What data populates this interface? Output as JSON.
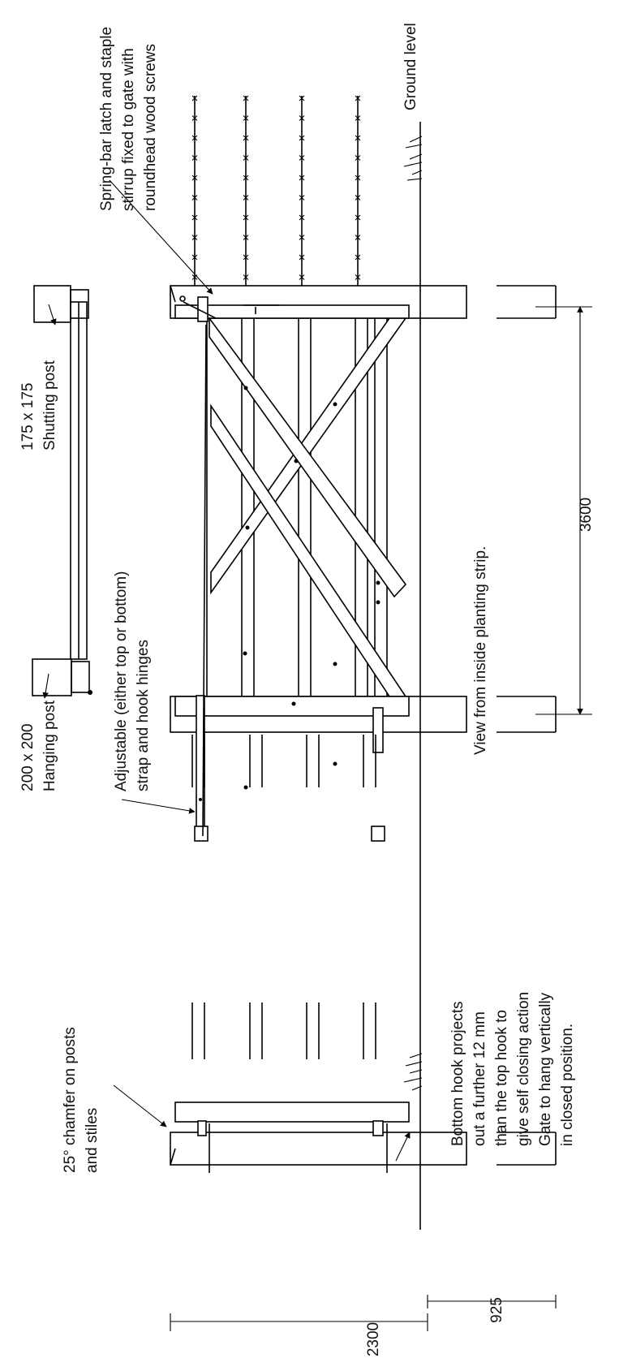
{
  "labels": {
    "spring_latch": [
      "Spring-bar latch and staple",
      "stirrup fixed to gate with",
      "roundhead wood screws"
    ],
    "ground_level": "Ground level",
    "shutting_post": [
      "175 x 175",
      "Shutting post"
    ],
    "hanging_post": [
      "200 x 200",
      "Hanging post"
    ],
    "hinges": [
      "Adjustable (either top or bottom)",
      "strap and hook hinges"
    ],
    "view_note": "View from inside planting strip.",
    "chamfer": [
      "25° chamfer on posts",
      "and stiles"
    ],
    "bottom_hook": [
      "Bottom hook projects",
      "out a further 12 mm",
      "than the top hook to",
      "give self closing action",
      "Gate to hang vertically",
      "in closed position."
    ]
  },
  "dimensions": {
    "gate_width": "3600",
    "post_height": "2300",
    "embed_depth": "925"
  }
}
